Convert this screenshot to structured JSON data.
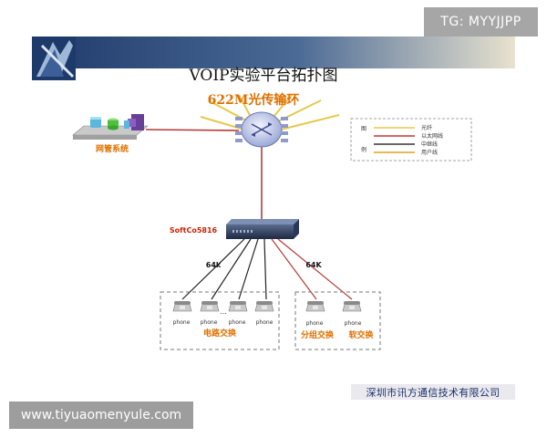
{
  "diagram": {
    "title": "VOIP实验平台拓扑图",
    "ring_label": "622M光传输环",
    "nms_label": "网管系统",
    "softswitch_label": "SoftCo5816",
    "link_left_label": "64k",
    "link_right_label": "64K",
    "phones_left": [
      "phone",
      "phone",
      "phone",
      "phone"
    ],
    "phones_right": [
      "phone",
      "phone"
    ],
    "ellipsis": "...",
    "group_circuit_label": "电路交换",
    "group_packet_label": "分组交换",
    "group_soft_label": "软交换",
    "company_name": "深圳市讯方通信技术有限公司",
    "legend": {
      "side_top": "图",
      "side_bottom": "例",
      "items": [
        {
          "label": "光纤",
          "color": "#e8c84a"
        },
        {
          "label": "以太网线",
          "color": "#cc3333"
        },
        {
          "label": "中继线",
          "color": "#333333"
        },
        {
          "label": "用户线",
          "color": "#e0a020"
        }
      ]
    },
    "colors": {
      "fiber": "#e8c84a",
      "ethernet": "#b83a3a",
      "trunk": "#222222",
      "label_orange": "#e07000",
      "label_red": "#cc2200",
      "header_blue": "#2a4a7a"
    }
  },
  "watermarks": {
    "tg": "TG: MYYJJPP",
    "url": "www.tiyuaomenyule.com"
  }
}
